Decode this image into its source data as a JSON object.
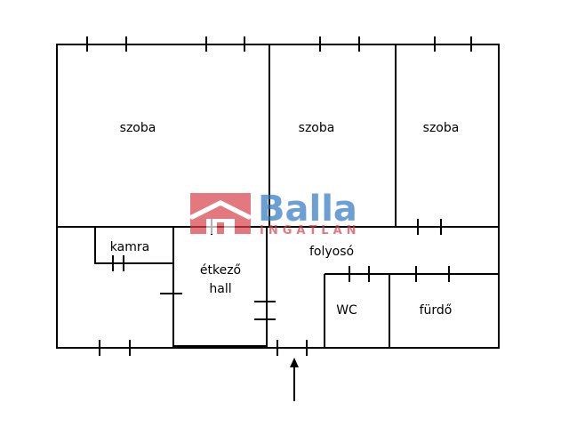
{
  "floorplan": {
    "rooms": [
      {
        "id": "room-szoba-1",
        "label": "szoba"
      },
      {
        "id": "room-szoba-2",
        "label": "szoba"
      },
      {
        "id": "room-szoba-3",
        "label": "szoba"
      },
      {
        "id": "room-kamra",
        "label": "kamra"
      },
      {
        "id": "room-etkezo-hall-1",
        "label": "étkező"
      },
      {
        "id": "room-etkezo-hall-2",
        "label": "hall"
      },
      {
        "id": "room-folyoso",
        "label": "folyosó"
      },
      {
        "id": "room-wc",
        "label": "WC"
      },
      {
        "id": "room-furdo",
        "label": "fürdő"
      }
    ],
    "entrance_marker": "arrow-up-icon"
  },
  "watermark": {
    "brand": "Balla",
    "tagline": "INGATLAN",
    "icon": "house-icon",
    "colors": {
      "brand": "#2f78c4",
      "tagline": "#d9404a",
      "house": "#d9404a"
    }
  },
  "colors": {
    "wall": "#000000",
    "background": "#ffffff"
  }
}
